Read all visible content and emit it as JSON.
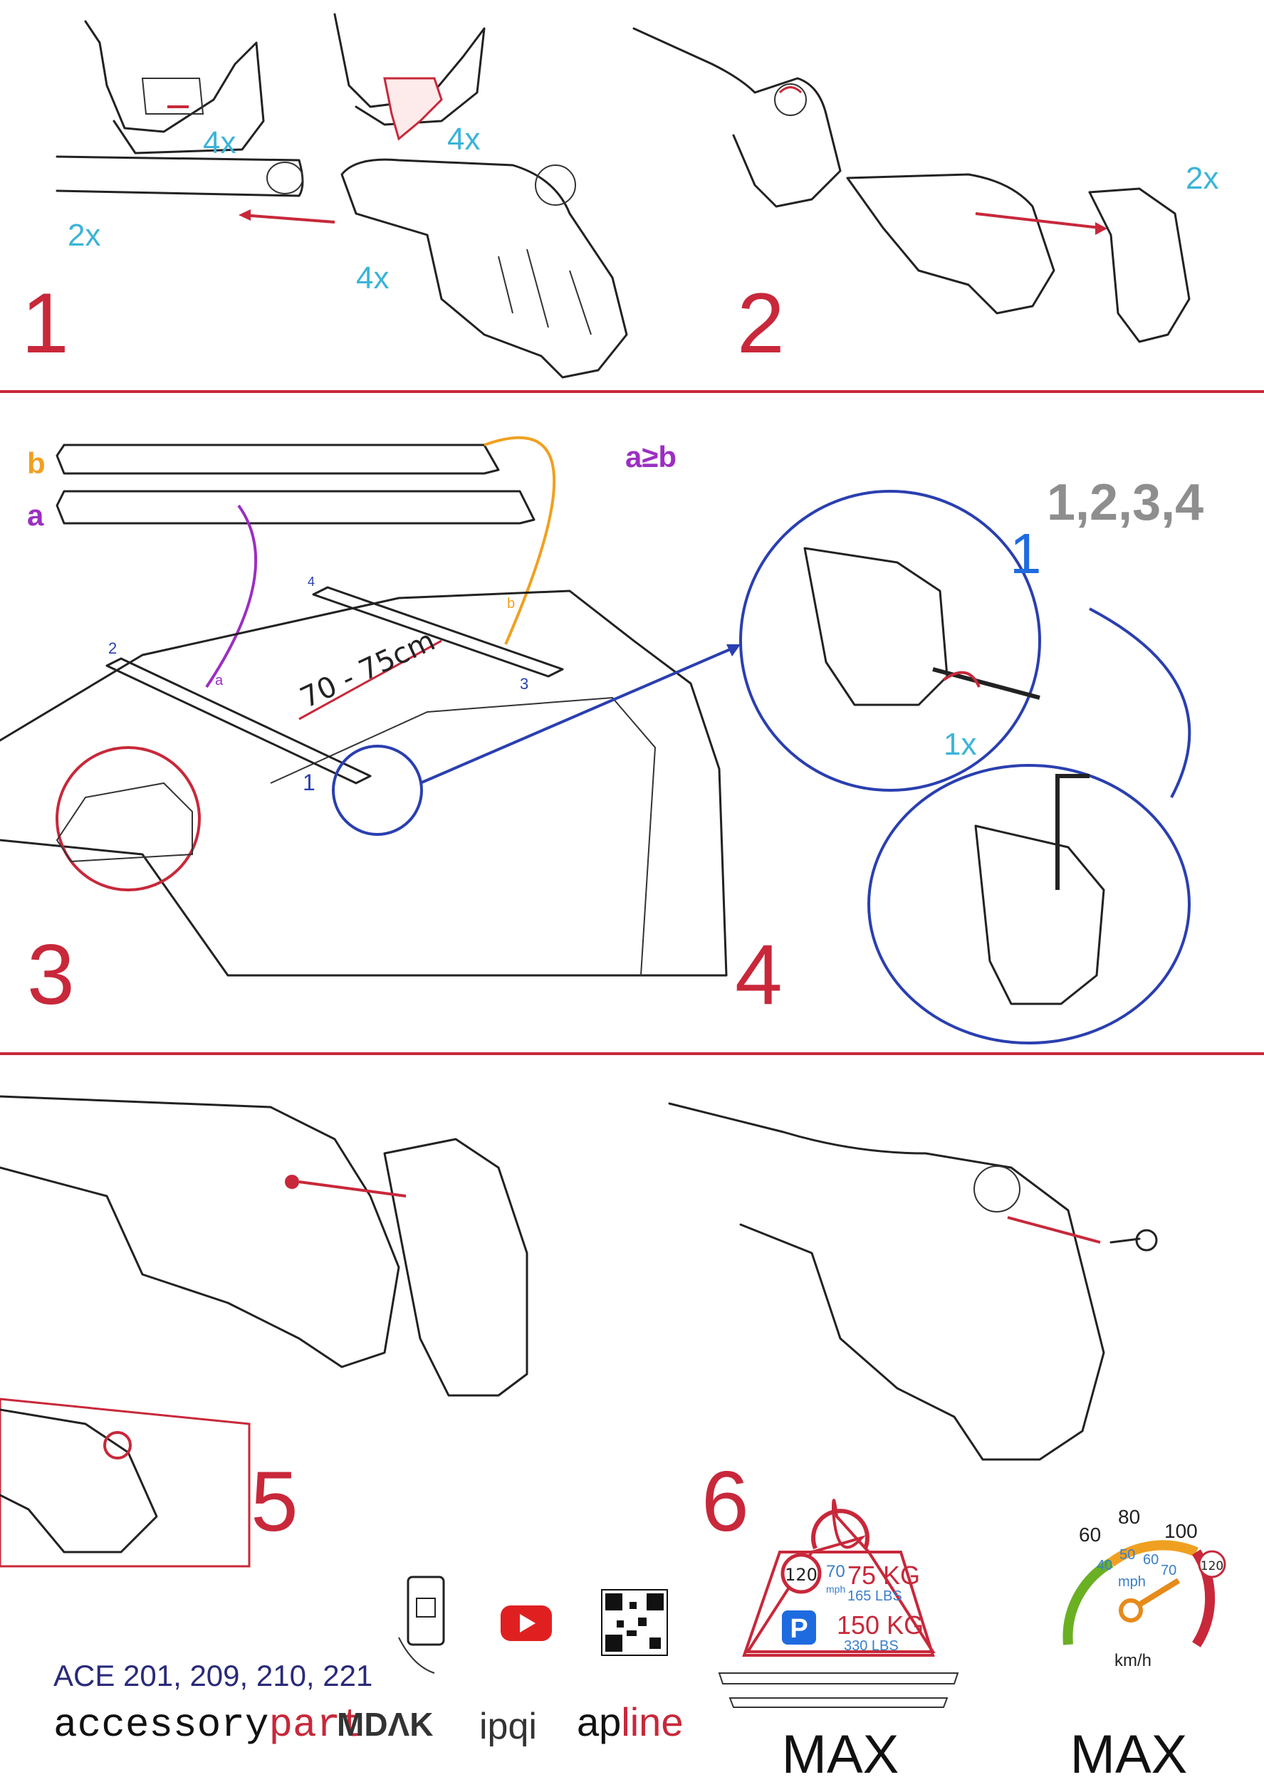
{
  "steps": [
    "1",
    "2",
    "3",
    "4",
    "5",
    "6"
  ],
  "qty": {
    "s1a": "4x",
    "s1b": "4x",
    "s1c": "2x",
    "s1d": "4x",
    "s2": "2x",
    "s4": "1x"
  },
  "bars": {
    "b": "b",
    "a": "a",
    "rule": "a≥b"
  },
  "car_labels": {
    "p1": "1",
    "p2": "2",
    "p3": "3",
    "p4": "4",
    "a": "a",
    "b": "b",
    "distance": "70 - 75cm"
  },
  "sequence": "1,2,3,4",
  "detail_num": "1",
  "load": {
    "speed": "120",
    "mph_val": "70",
    "mph": "mph",
    "kg": "75 KG",
    "lbs": "165 LBS",
    "parking": "P",
    "kg_p": "150 KG",
    "lbs_p": "330 LBS",
    "max": "MAX"
  },
  "gauge": {
    "kmh": [
      "60",
      "80",
      "100",
      "120"
    ],
    "mph_vals": [
      "40",
      "50",
      "60",
      "70"
    ],
    "mph": "mph",
    "unit": "km/h",
    "max": "MAX"
  },
  "footer": {
    "model": "ACE 201, 209, 210, 221",
    "brand_a": "accessory",
    "brand_b": "part",
    "mdak": "MDΛK",
    "ipqi": "ipqi",
    "apline_a": "ap",
    "apline_b": "line"
  },
  "colors": {
    "accent_red": "#c8283a",
    "cyan": "#3bb4d8",
    "orange": "#f0a020",
    "purple": "#9b2fc2",
    "blue": "#2a3fb0",
    "navy": "#2a2a7a"
  }
}
